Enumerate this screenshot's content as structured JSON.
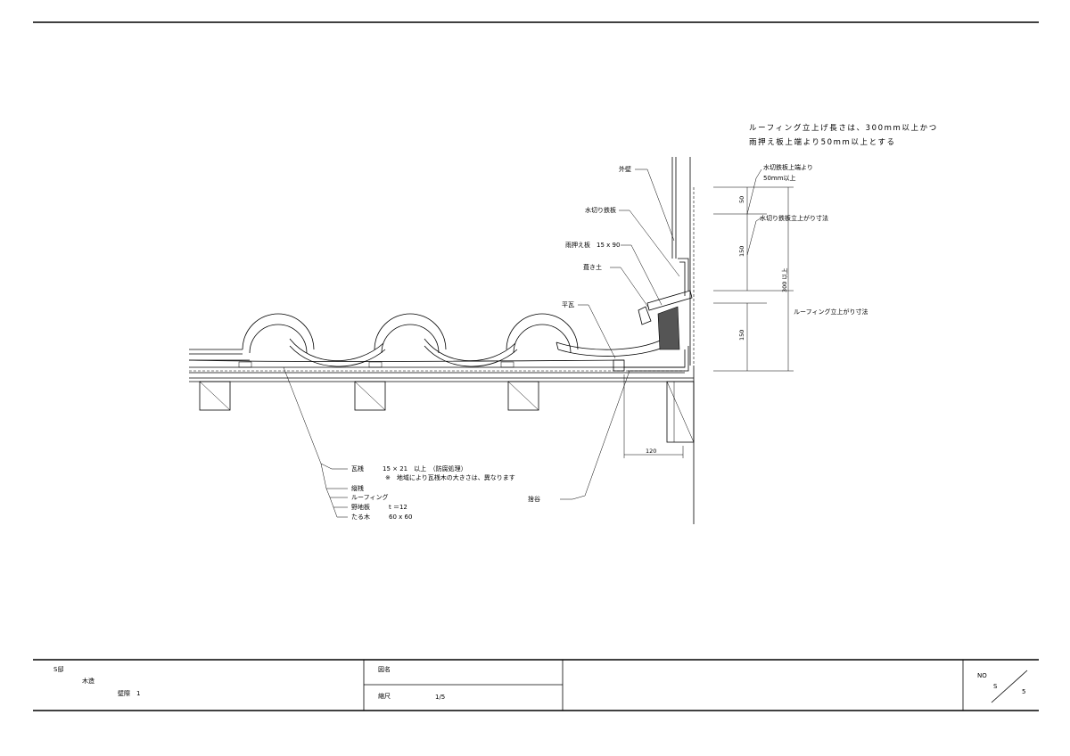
{
  "notes": {
    "line1": "ルーフィング立上げ長さは、300mm以上かつ",
    "line2": "雨押え板上端より50mm以上とする"
  },
  "labels": {
    "outer_wall": "外壁",
    "kirikoi": "水切り鉄板",
    "amaosae": "雨押え板　15 x 90",
    "nanko": "葺き土",
    "hiragawara": "平瓦",
    "dim_top_note_1": "水切鉄板上端より",
    "dim_top_note_2": "50mm以上",
    "kirikoi_height": "水切り鉄板立上がり寸法",
    "roofing_height": "ルーフィング立上がり寸法",
    "kawarazan": "瓦桟　　　15 × 21　以上　（防腐処理）",
    "kawarazan_note": "※　地域により瓦桟木の大きさは、異なります",
    "nagesan": "縦桟",
    "roofing": "ルーフィング",
    "nojiita": "野地板　　　t ＝12",
    "taruki": "たる木　　　60 x 60",
    "sutetani": "捨谷"
  },
  "dimensions": {
    "d50": "50",
    "d150a": "150",
    "d300": "300 以上",
    "d150b": "150",
    "d120": "120"
  },
  "title_block": {
    "company": "S邸",
    "structure": "木造",
    "part": "壁際　1",
    "drawing_name_label": "図名",
    "scale_label": "縮尺",
    "scale_value": "1/5",
    "no_label": "NO",
    "sheet_s": "S",
    "sheet_num": "5"
  }
}
